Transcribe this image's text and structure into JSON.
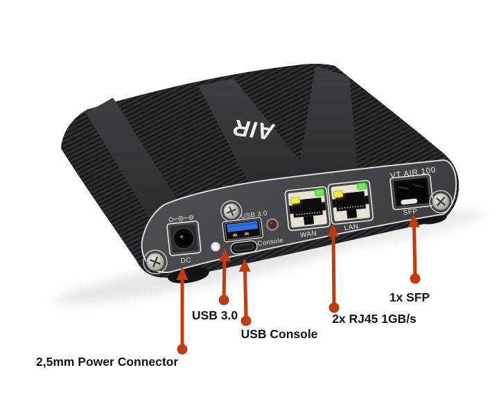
{
  "figure": {
    "description": "Annotated product photo of a fanless network appliance, front ports labeled"
  },
  "device": {
    "model": "VT AIR 100",
    "logo": "AIR",
    "ports": {
      "dc": {
        "label": "DC"
      },
      "usb3": {
        "label": "USB 3.0"
      },
      "console": {
        "label": "Console"
      },
      "wan": {
        "label": "WAN"
      },
      "lan": {
        "label": "LAN"
      },
      "sfp": {
        "label": "SFP"
      }
    }
  },
  "callouts": {
    "power": {
      "label": "2,5mm Power Connector"
    },
    "usb3": {
      "label": "USB 3.0"
    },
    "usb_console": {
      "label": "USB Console"
    },
    "rj45": {
      "label": "2x RJ45 1GB/s"
    },
    "sfp": {
      "label": "1x SFP"
    }
  },
  "colors": {
    "annotation_arrow": "#c23b10",
    "label_text": "#121212",
    "led_yellow": "#f2e42e",
    "led_green": "#5ae63e",
    "usb_port_blue": "#2a72e0",
    "background": "#ffffff"
  }
}
